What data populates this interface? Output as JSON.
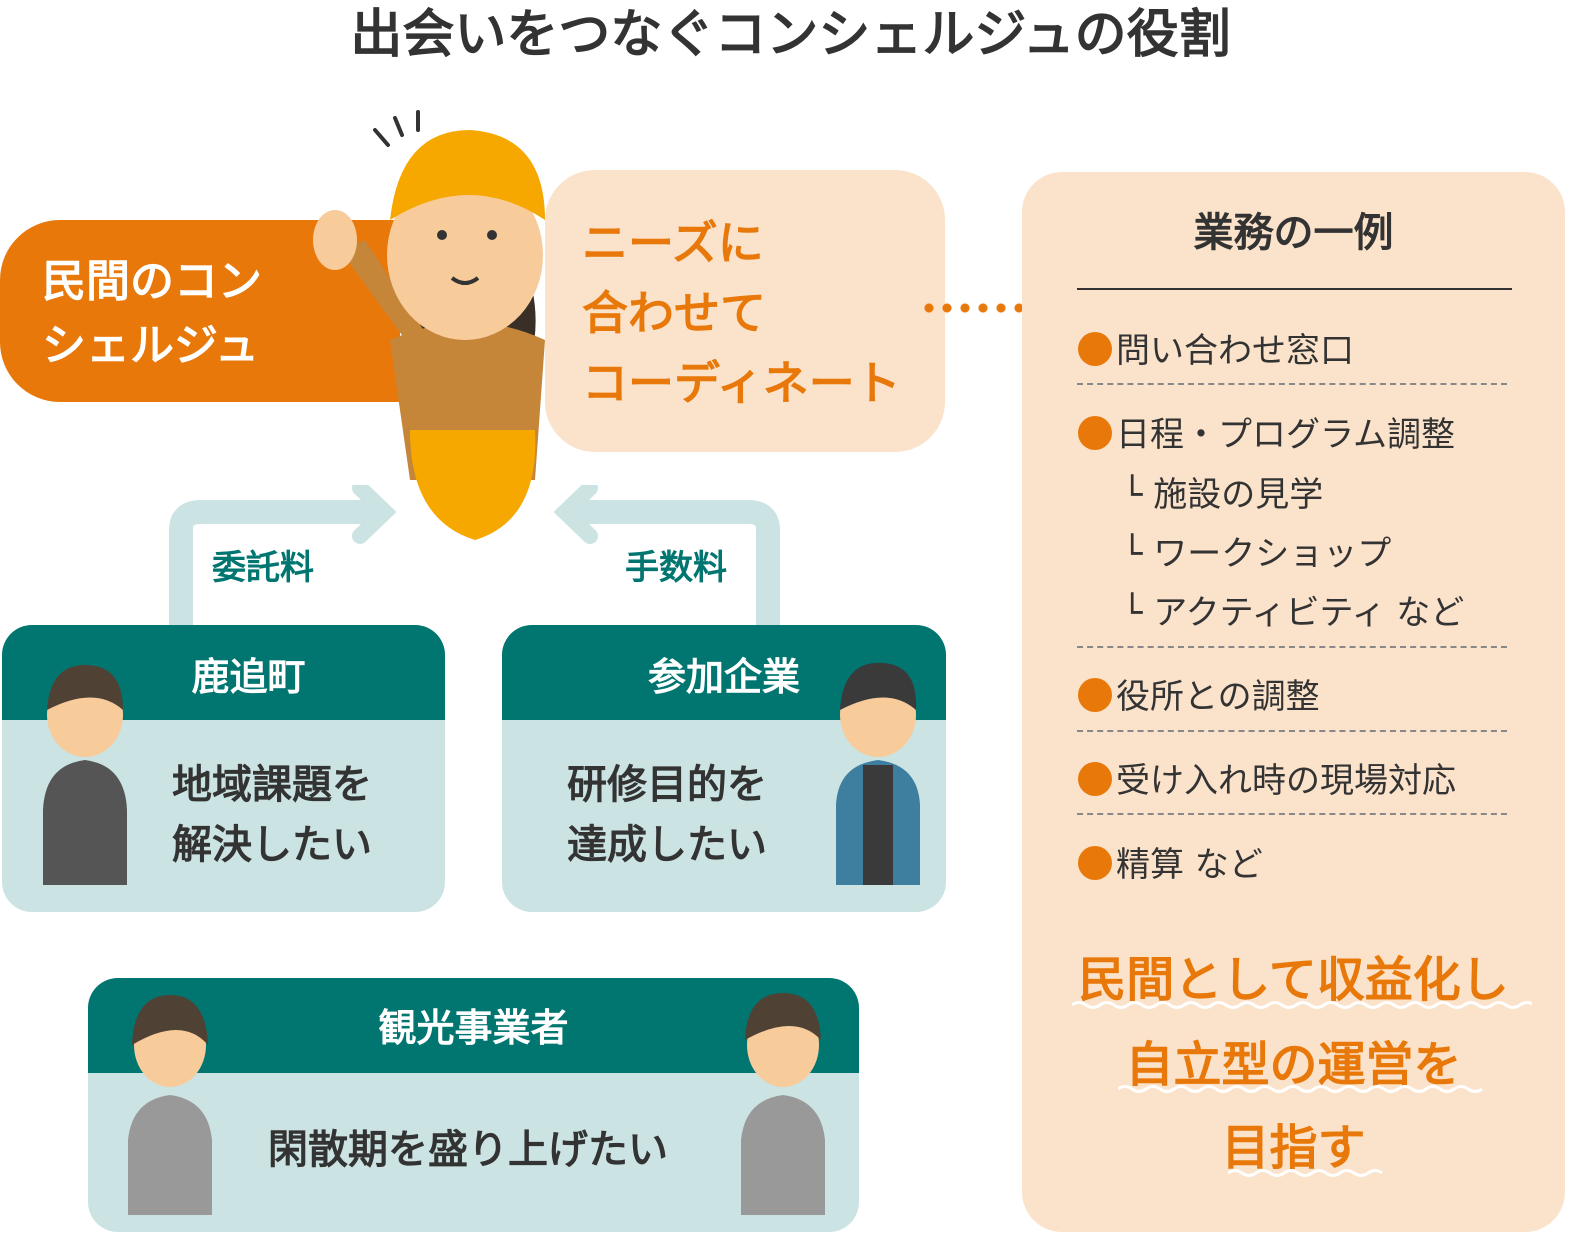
{
  "title": "出会いをつなぐコンシェルジュの役割",
  "concierge": {
    "label_line1": "民間のコン",
    "label_line2": "シェルジュ",
    "role_lines": [
      "ニーズに",
      "合わせて",
      "コーディネート"
    ]
  },
  "fees": {
    "left": "委託料",
    "right": "手数料"
  },
  "cards": [
    {
      "title": "鹿追町",
      "body_lines": [
        "地域課題を",
        "解決したい"
      ]
    },
    {
      "title": "参加企業",
      "body_lines": [
        "研修目的を",
        "達成したい"
      ]
    },
    {
      "title": "観光事業者",
      "body_lines": [
        "閑散期を盛り上げたい"
      ]
    }
  ],
  "tasks": {
    "heading": "業務の一例",
    "items": [
      "問い合わせ窓口",
      "日程・プログラム調整",
      "役所との調整",
      "受け入れ時の現場対応",
      "精算 など"
    ],
    "subitems": [
      "└ 施設の見学",
      "└ ワークショップ",
      "└ アクティビティ など"
    ]
  },
  "goal_lines": [
    "民間として収益化し",
    "自立型の運営を",
    "目指す"
  ],
  "colors": {
    "orange": "#E87809",
    "peach": "#FBE3CB",
    "teal": "#017570",
    "light_teal": "#CCE3E3"
  }
}
